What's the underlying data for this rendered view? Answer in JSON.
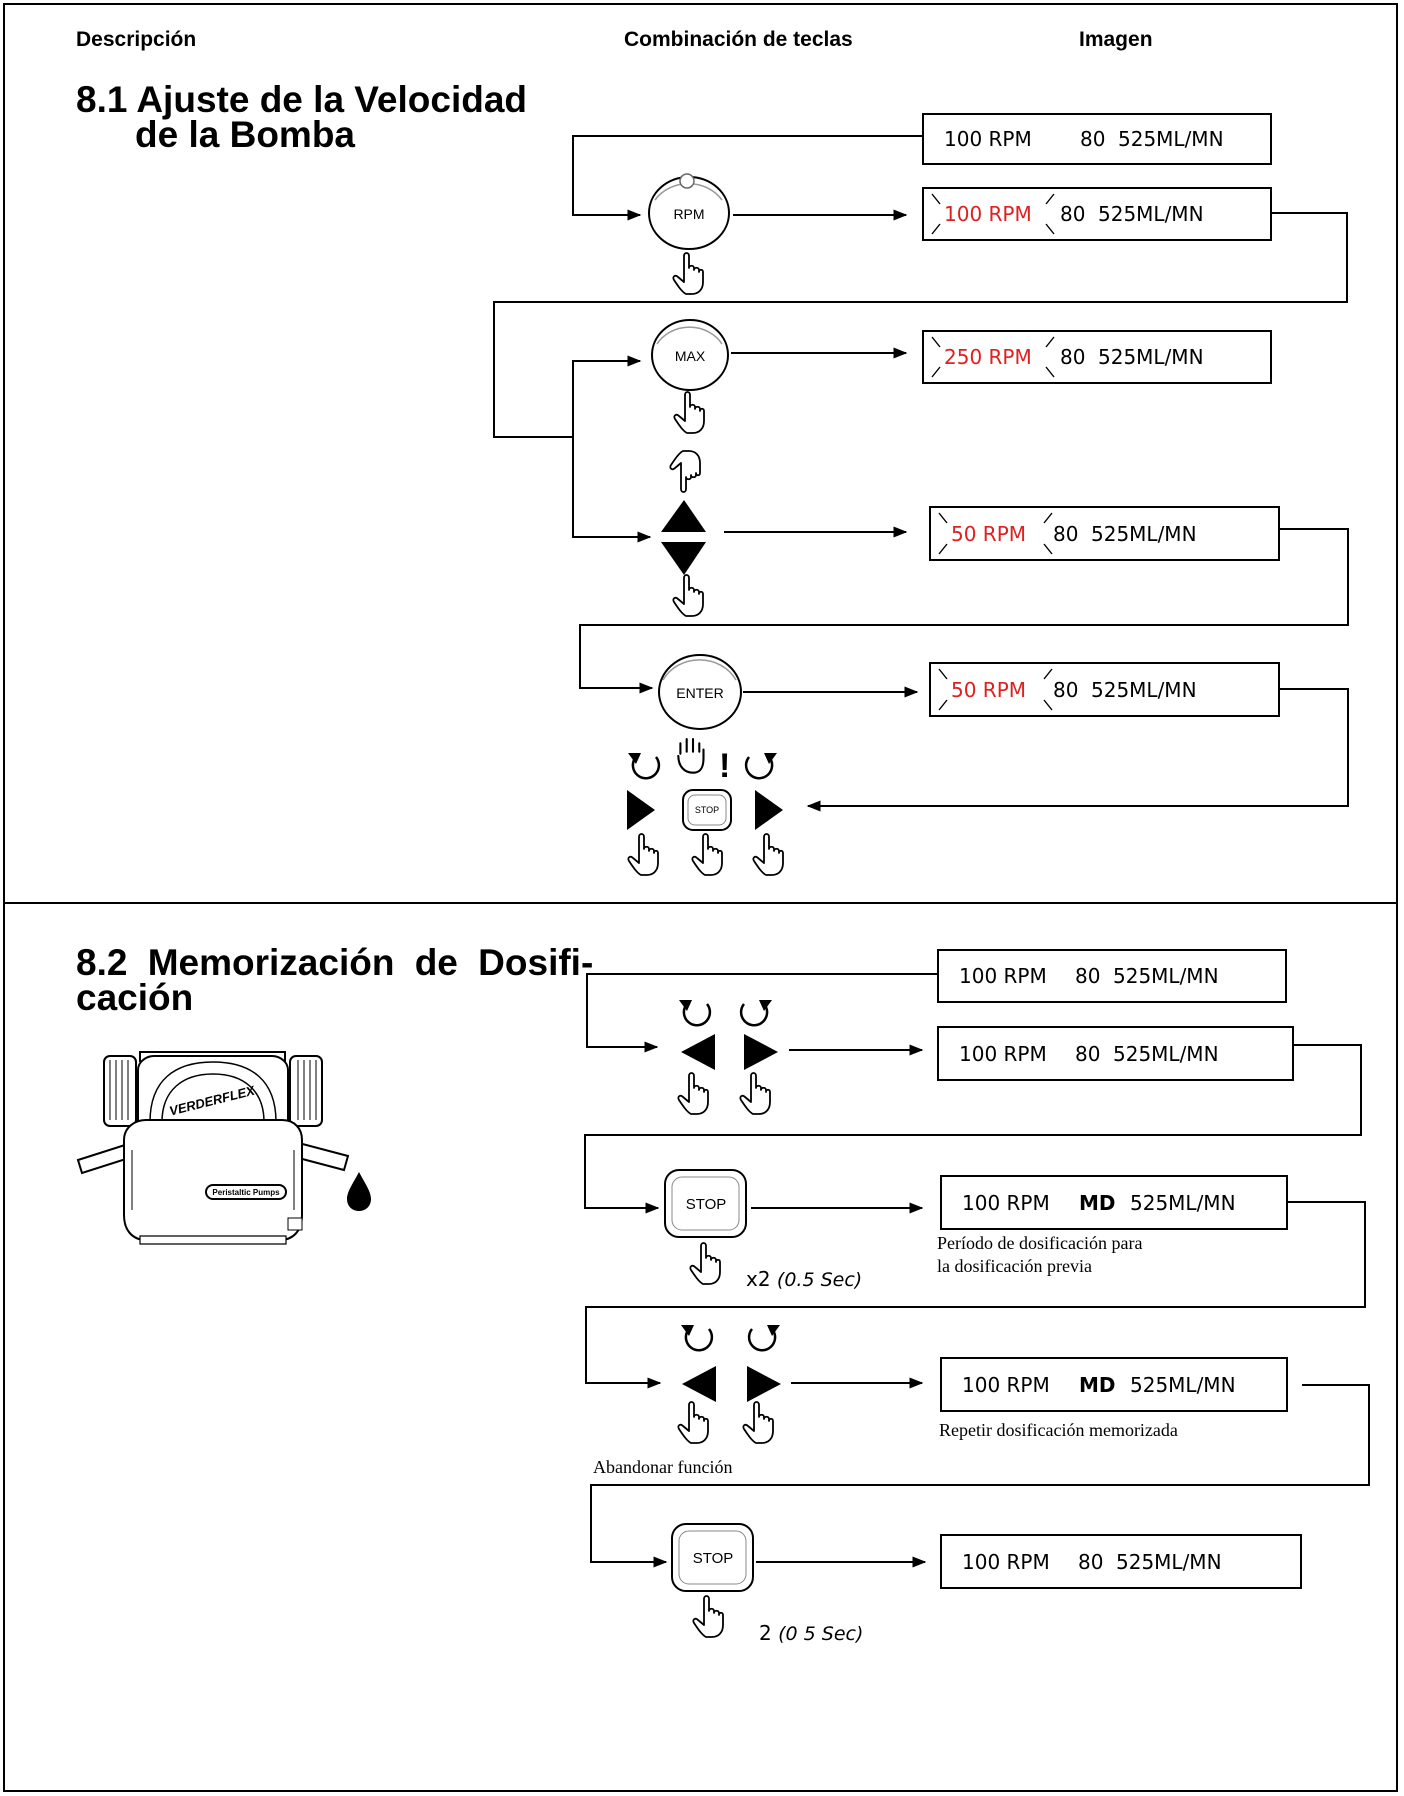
{
  "headers": {
    "description": "Descripción",
    "keys": "Combinación de teclas",
    "image": "Imagen"
  },
  "section1": {
    "title_line1": "8.1 Ajuste de la Velocidad",
    "title_line2": "de la Bomba",
    "buttons": {
      "rpm": "RPM",
      "max": "MAX",
      "enter": "ENTER",
      "stop": "STOP"
    },
    "displays": [
      {
        "speed": "100 RPM",
        "mode": "80",
        "flow": "525ML/MN"
      },
      {
        "speed": "100 RPM",
        "mode": "80",
        "flow": "525ML/MN"
      },
      {
        "speed": "250 RPM",
        "mode": "80",
        "flow": "525ML/MN"
      },
      {
        "speed": "50 RPM",
        "mode": "80",
        "flow": "525ML/MN"
      },
      {
        "speed": "50 RPM",
        "mode": "80",
        "flow": "525ML/MN"
      }
    ]
  },
  "section2": {
    "title_line1": "8.2 Memorización de Dosifi-",
    "title_line2": "cación",
    "pump_label": "Peristaltic Pumps",
    "pump_brand": "VERDERFLEX",
    "buttons": {
      "stop1": "STOP",
      "stop2": "STOP"
    },
    "displays": [
      {
        "speed": "100 RPM",
        "mode": "80",
        "flow": "525ML/MN"
      },
      {
        "speed": "100 RPM",
        "mode": "80",
        "flow": "525ML/MN"
      },
      {
        "speed": "100 RPM",
        "mode": "MD",
        "flow": "525ML/MN"
      },
      {
        "speed": "100 RPM",
        "mode": "MD",
        "flow": "525ML/MN"
      },
      {
        "speed": "100 RPM",
        "mode": "80",
        "flow": "525ML/MN"
      }
    ],
    "press1": {
      "count": "x2",
      "duration": "(0.5 Sec)"
    },
    "press2": {
      "count": "2",
      "duration": "(0 5 Sec)"
    },
    "note_period_line1": "Período de dosificación para",
    "note_period_line2": "la dosificación previa",
    "note_repeat": "Repetir dosificación memorizada",
    "note_abandon": "Abandonar función"
  }
}
